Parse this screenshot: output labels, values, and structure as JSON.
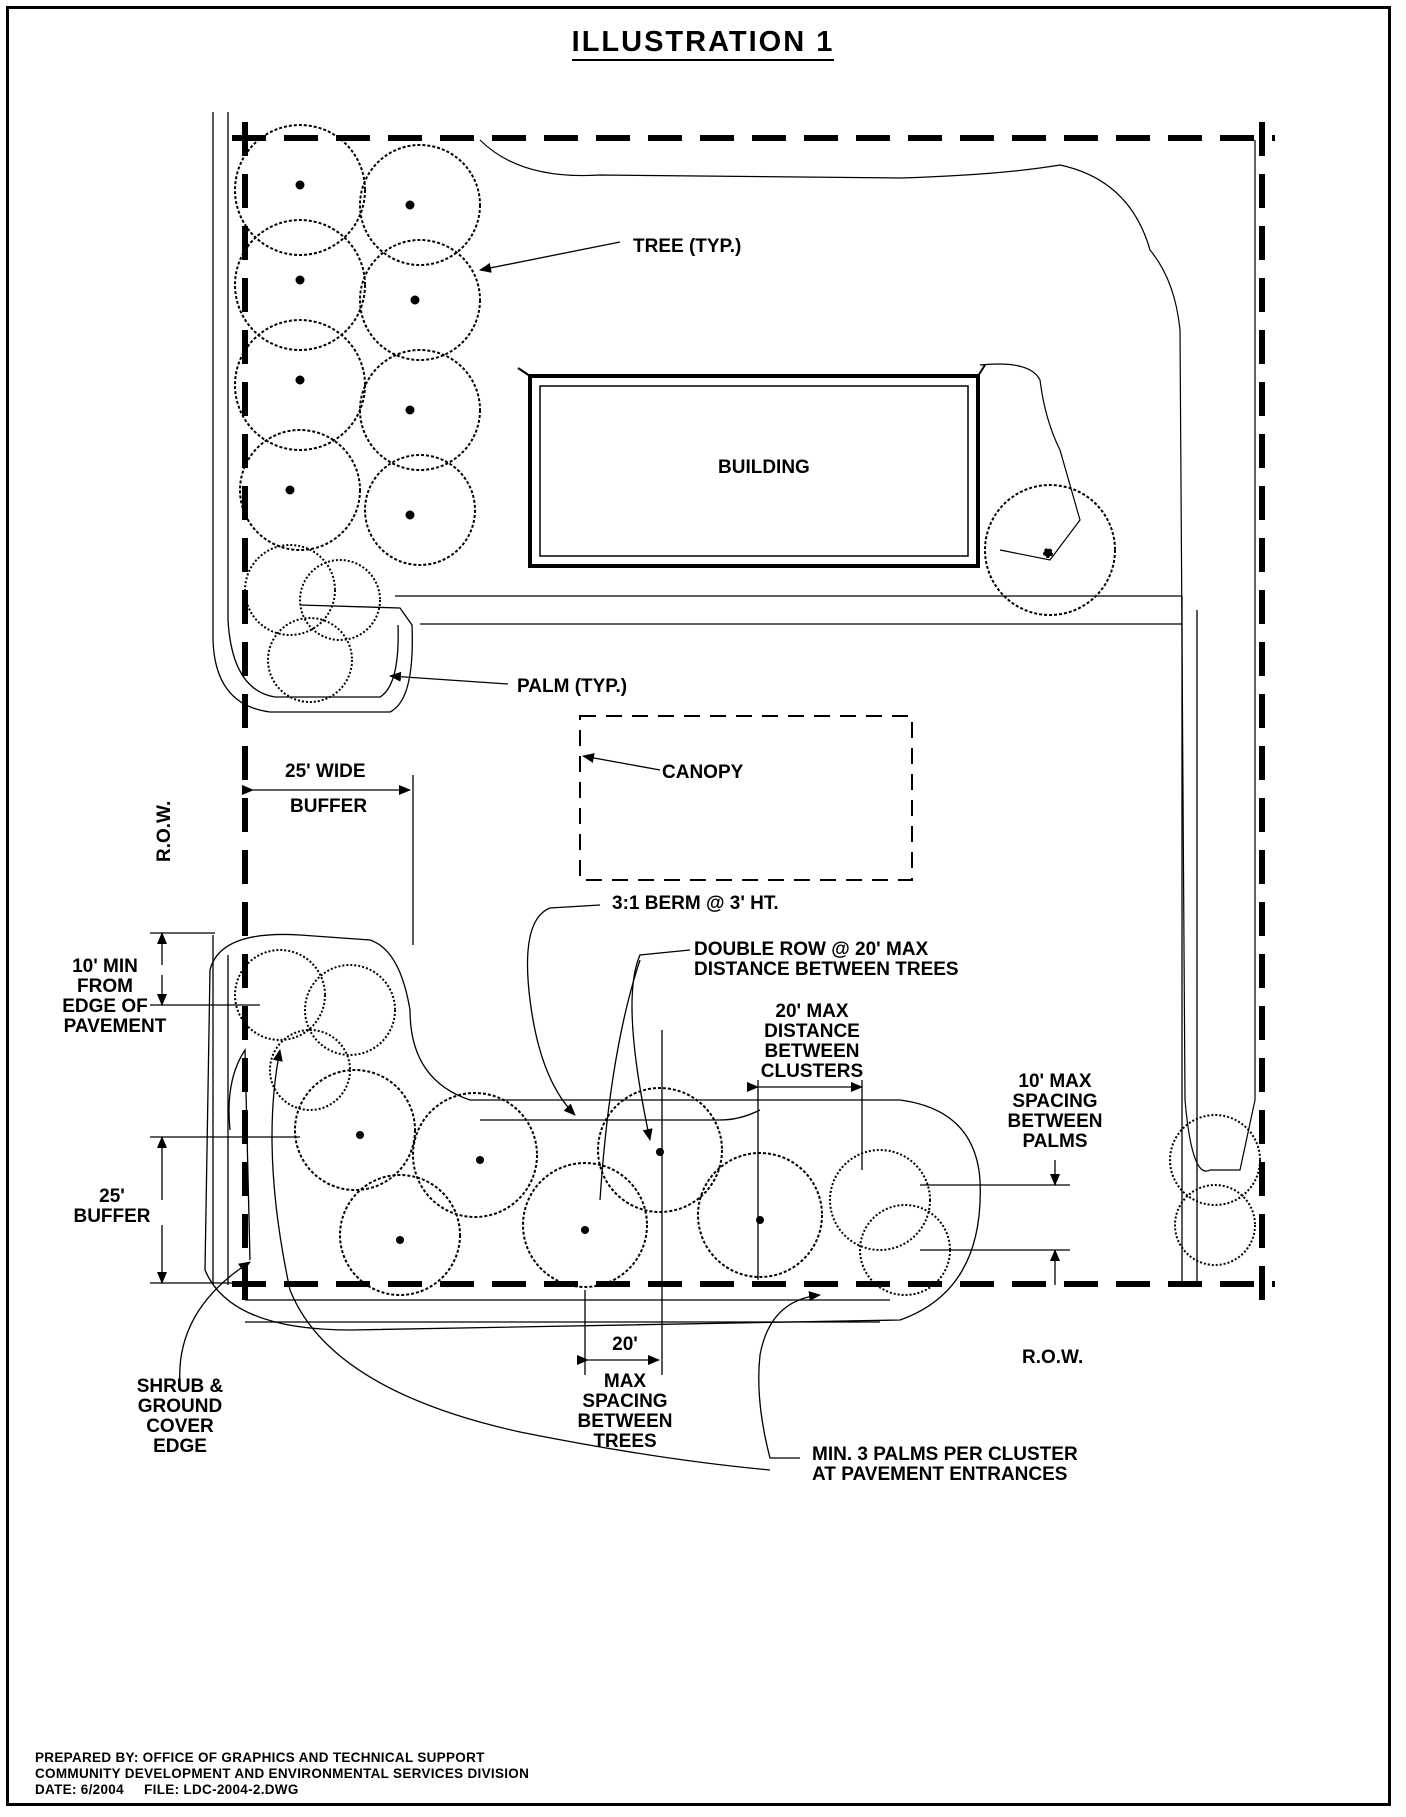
{
  "title": "ILLUSTRATION 1",
  "labels": {
    "tree": "TREE (TYP.)",
    "building": "BUILDING",
    "palm": "PALM (TYP.)",
    "canopy": "CANOPY",
    "buffer_wide_1": "25' WIDE",
    "buffer_wide_2": "BUFFER",
    "row_left": "R.O.W.",
    "row_bottom": "R.O.W.",
    "berm": "3:1 BERM @ 3' HT.",
    "double_row_1": "DOUBLE ROW @ 20' MAX",
    "double_row_2": "DISTANCE BETWEEN TREES",
    "min10_1": "10' MIN",
    "min10_2": "FROM",
    "min10_3": "EDGE OF",
    "min10_4": "PAVEMENT",
    "clusters_1": "20' MAX",
    "clusters_2": "DISTANCE",
    "clusters_3": "BETWEEN",
    "clusters_4": "CLUSTERS",
    "palms_1": "10' MAX",
    "palms_2": "SPACING",
    "palms_3": "BETWEEN",
    "palms_4": "PALMS",
    "buffer25_1": "25'",
    "buffer25_2": "BUFFER",
    "shrub_1": "SHRUB &",
    "shrub_2": "GROUND",
    "shrub_3": "COVER",
    "shrub_4": "EDGE",
    "trees20_1": "20'",
    "trees20_2": "MAX",
    "trees20_3": "SPACING",
    "trees20_4": "BETWEEN",
    "trees20_5": "TREES",
    "min3_1": "MIN. 3 PALMS PER CLUSTER",
    "min3_2": "AT PAVEMENT ENTRANCES"
  },
  "footer": {
    "line1": "PREPARED BY: OFFICE OF GRAPHICS AND TECHNICAL SUPPORT",
    "line2": "COMMUNITY DEVELOPMENT AND ENVIRONMENTAL SERVICES DIVISION",
    "line3": "DATE: 6/2004     FILE: LDC-2004-2.DWG"
  }
}
